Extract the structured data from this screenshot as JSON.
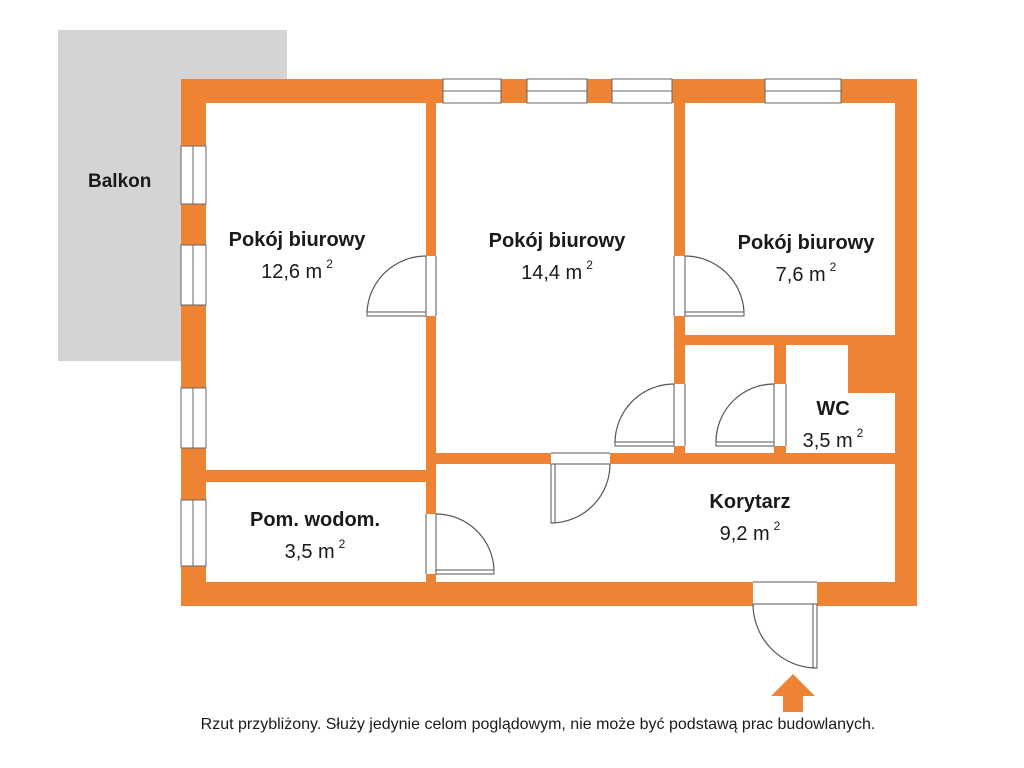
{
  "colors": {
    "wall": "#ee8433",
    "balcony": "#d4d4d4",
    "floor": "#ffffff",
    "door_line": "#555555",
    "window_line": "#666666",
    "entrance_arrow": "#ee8433"
  },
  "balcony": {
    "label": "Balkon"
  },
  "rooms": [
    {
      "name": "Pokój biurowy",
      "area": "12,6 m",
      "unit_sup": "2"
    },
    {
      "name": "Pokój biurowy",
      "area": "14,4 m",
      "unit_sup": "2"
    },
    {
      "name": "Pokój biurowy",
      "area": "7,6 m",
      "unit_sup": "2"
    },
    {
      "name": "WC",
      "area": "3,5 m",
      "unit_sup": "2"
    },
    {
      "name": "Pom. wodom.",
      "area": "3,5 m",
      "unit_sup": "2"
    },
    {
      "name": "Korytarz",
      "area": "9,2 m",
      "unit_sup": "2"
    }
  ],
  "entrance": {
    "icon": "entrance-arrow-icon"
  },
  "disclaimer": "Rzut przybliżony. Służy jedynie celom poglądowym, nie może być podstawą prac budowlanych."
}
